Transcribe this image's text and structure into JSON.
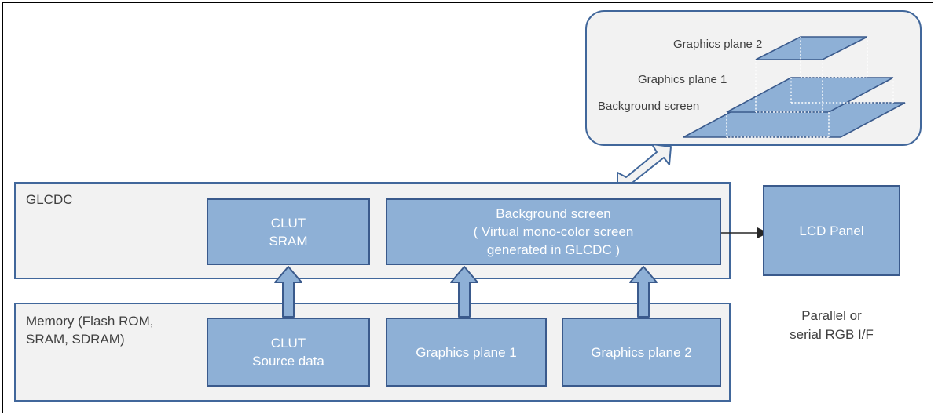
{
  "diagram": {
    "title_absent": true,
    "colors": {
      "box_fill": "#8EB0D6",
      "box_border": "#3A5A8C",
      "panel_fill": "#F2F2F2",
      "panel_border": "#41679B",
      "text_dark": "#404040",
      "text_light": "#FFFFFF",
      "frame": "#000000"
    }
  },
  "callout": {
    "name": "layer-stack-illustration",
    "layers": [
      {
        "label": "Graphics plane 2",
        "order": "top"
      },
      {
        "label": "Graphics plane 1",
        "order": "middle"
      },
      {
        "label": "Background screen",
        "order": "bottom"
      }
    ]
  },
  "glcdc_panel": {
    "title": "GLCDC",
    "blocks": [
      {
        "name": "clut-sram",
        "label": "CLUT\nSRAM"
      },
      {
        "name": "background-screen",
        "label": "Background screen\n( Virtual mono-color screen\ngenerated in GLCDC )"
      }
    ]
  },
  "memory_panel": {
    "title": "Memory (Flash ROM,\nSRAM, SDRAM)",
    "blocks": [
      {
        "name": "clut-source-data",
        "label": "CLUT\nSource data"
      },
      {
        "name": "graphics-plane-1",
        "label": "Graphics plane 1"
      },
      {
        "name": "graphics-plane-2",
        "label": "Graphics plane 2"
      }
    ]
  },
  "lcd": {
    "panel_label": "LCD Panel",
    "interface_caption": "Parallel or\nserial RGB I/F"
  },
  "connectors": [
    {
      "name": "arrow-clut-source-to-clut-sram",
      "kind": "block-arrow-up"
    },
    {
      "name": "arrow-graphics-plane-1-to-background-screen",
      "kind": "block-arrow-up"
    },
    {
      "name": "arrow-graphics-plane-2-to-background-screen",
      "kind": "block-arrow-up"
    },
    {
      "name": "arrow-background-screen-to-lcd-panel",
      "kind": "line-arrow-right"
    },
    {
      "name": "arrow-glcdc-to-layer-stack",
      "kind": "block-arrow-diagonal-double"
    }
  ]
}
